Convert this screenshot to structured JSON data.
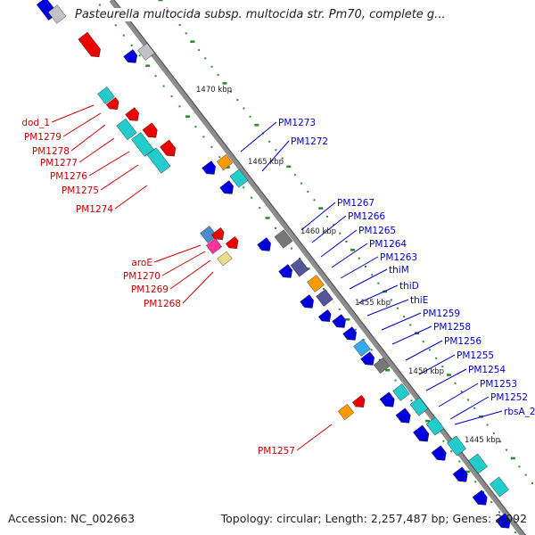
{
  "title": "Pasteurella multocida subsp. multocida str. Pm70, complete g...",
  "accession": "Accession: NC_002663",
  "topology": "Topology: circular; Length: 2,257,487 bp; Genes: 2,092",
  "colors": {
    "backbone": "#8c8c8c",
    "tick": "#2e8b2e",
    "label_left": "#cc0000",
    "label_right": "#0000cc",
    "red_gene": "#ee0000",
    "blue_gene": "#0000dd",
    "cyan_gene": "#22cccc",
    "orange_gene": "#ff9900",
    "gray_gene": "#777777"
  },
  "kbp_labels": [
    "1470 kbp",
    "1465 kbp",
    "1460 kbp",
    "1455 kbp",
    "1450 kbp",
    "1445 kbp"
  ],
  "left_labels": [
    "dod_1",
    "PM1279",
    "PM1278",
    "PM1277",
    "PM1276",
    "PM1275",
    "PM1274",
    "aroE",
    "PM1270",
    "PM1269",
    "PM1268",
    "PM1257"
  ],
  "right_labels": [
    "PM1273",
    "PM1272",
    "PM1267",
    "PM1266",
    "PM1265",
    "PM1264",
    "PM1263",
    "thiM",
    "thiD",
    "thiE",
    "PM1259",
    "PM1258",
    "PM1256",
    "PM1255",
    "PM1254",
    "PM1253",
    "PM1252",
    "rbsA_2"
  ]
}
